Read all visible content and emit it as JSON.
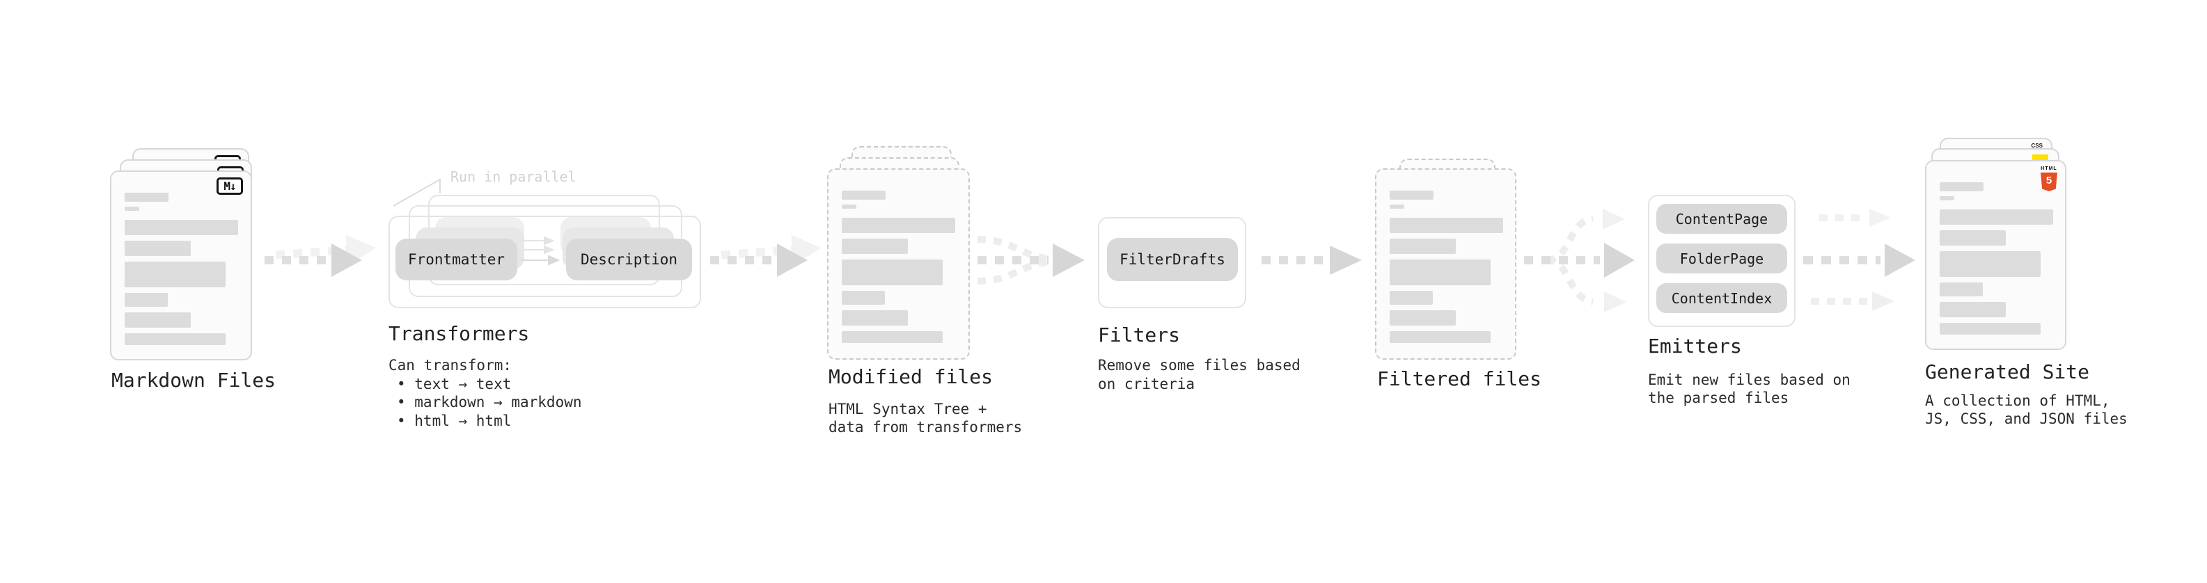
{
  "diagram": {
    "markdown_files": {
      "title": "Markdown Files",
      "icon_text": "M↓"
    },
    "transformers": {
      "title": "Transformers",
      "parallel_note": "Run in parallel",
      "nodes": {
        "frontmatter": "Frontmatter",
        "description": "Description"
      },
      "caption_heading": "Can transform:",
      "caption_items": [
        "• text → text",
        "• markdown → markdown",
        "• html → html"
      ]
    },
    "modified_files": {
      "title": "Modified files",
      "caption_lines": [
        "HTML Syntax Tree +",
        "data from transformers"
      ]
    },
    "filters": {
      "title": "Filters",
      "nodes": {
        "filter_drafts": "FilterDrafts"
      },
      "caption_lines": [
        "Remove some files based",
        "on criteria"
      ]
    },
    "filtered_files": {
      "title": "Filtered files"
    },
    "emitters": {
      "title": "Emitters",
      "nodes": {
        "content_page": "ContentPage",
        "folder_page": "FolderPage",
        "content_index": "ContentIndex"
      },
      "caption_lines": [
        "Emit new files based on",
        "the parsed files"
      ]
    },
    "generated_site": {
      "title": "Generated Site",
      "caption_lines": [
        "A collection of HTML,",
        "JS, CSS, and JSON files"
      ],
      "badges": {
        "css_label": "CSS",
        "html_label": "HTML",
        "html_number": "5"
      }
    },
    "colors": {
      "html5_orange": "#e44d26",
      "js_yellow": "#ffe000",
      "css_blue": "#2962ff",
      "node_fill": "#d9d9d9",
      "arrow_gray": "#dcdcdc"
    }
  }
}
